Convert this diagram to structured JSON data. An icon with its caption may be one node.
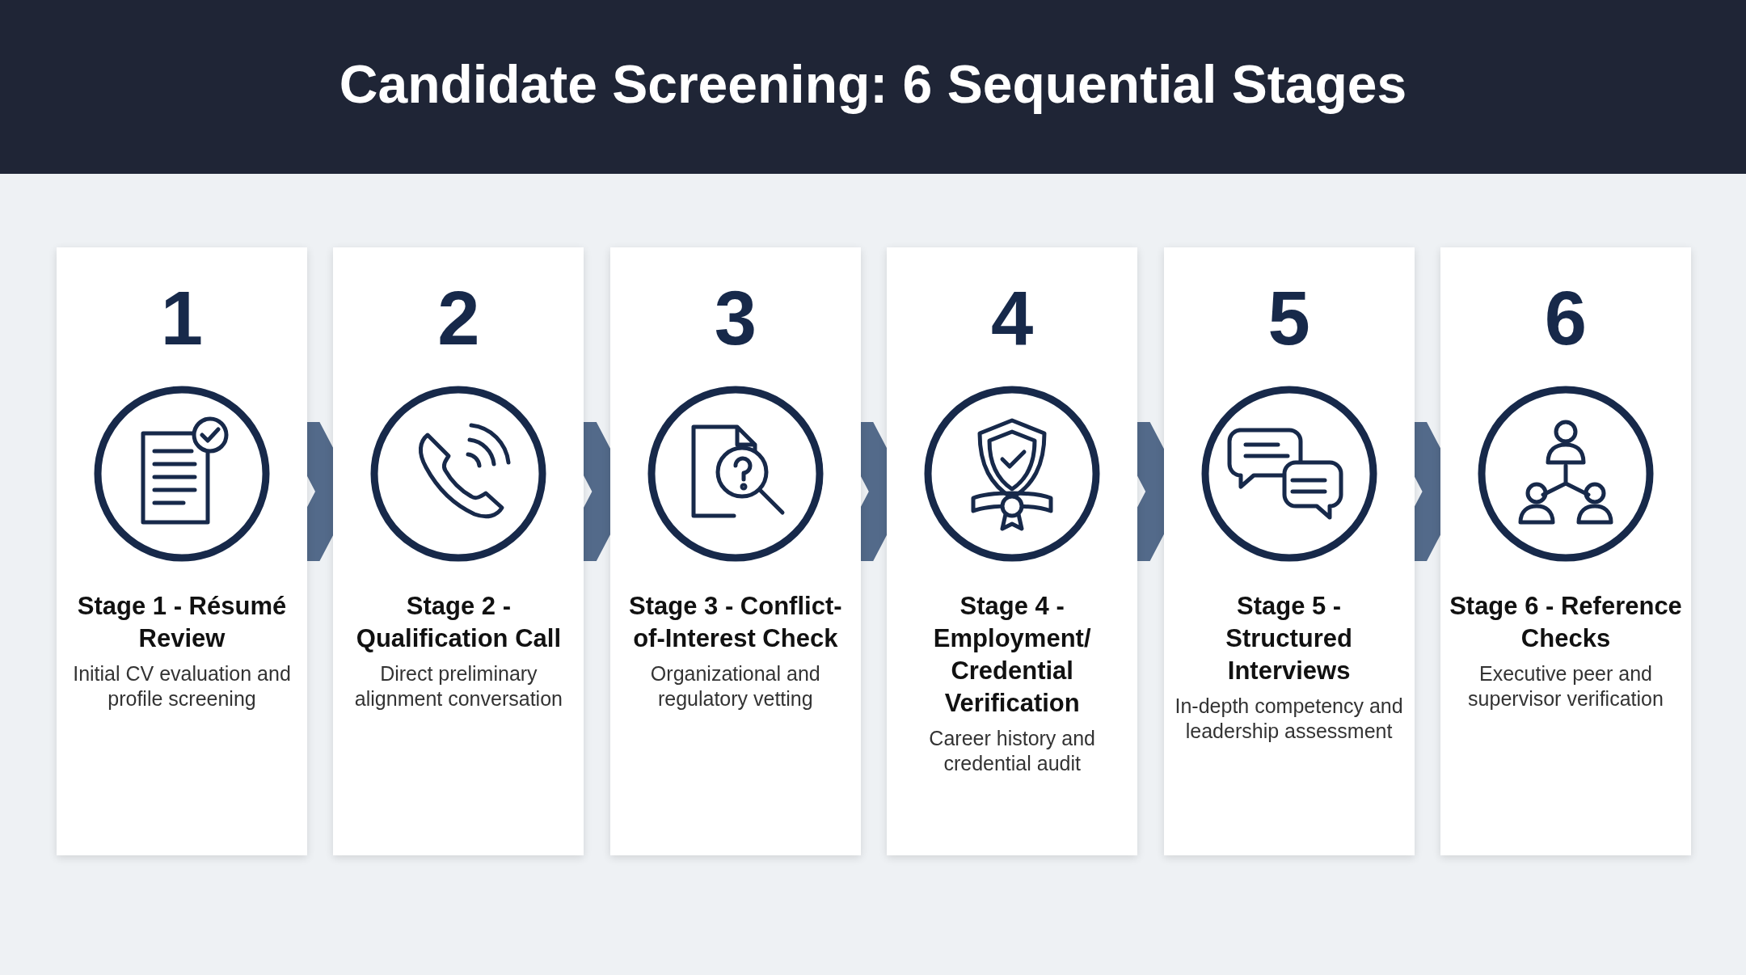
{
  "diagram": {
    "title": "Candidate Screening: 6 Sequential Stages",
    "nodes": [
      {
        "text": [
          "1",
          "Stage 1 - Résumé Review",
          "Initial CV evaluation and profile screening"
        ]
      },
      {
        "text": [],
        "shape": "circle",
        "in": 0
      },
      {
        "text": [
          "2",
          "Stage 2 - Qualification Call",
          "Direct preliminary alignment conversation"
        ]
      },
      {
        "text": [],
        "shape": "circle",
        "in": 2
      },
      {
        "text": [
          "3",
          "Stage 3 - Conflict-of-Interest Check",
          "Organizational and regulatory vetting"
        ]
      },
      {
        "text": [],
        "shape": "circle",
        "in": 4
      },
      {
        "text": [
          "4",
          "Stage 4 - Employment/ Credential Verification",
          "Career history and credential audit"
        ]
      },
      {
        "text": [],
        "shape": "circle",
        "in": 6
      },
      {
        "text": [
          "5",
          "Stage 5 - Structured Interviews",
          "In-depth competency and leadership assessment"
        ]
      },
      {
        "text": [],
        "shape": "circle",
        "in": 8
      },
      {
        "text": [
          "6",
          "Stage 6 - Reference Checks",
          "Executive peer and supervisor verification"
        ]
      },
      {
        "text": [],
        "shape": "circle",
        "in": 10
      }
    ],
    "edges": [
      {
        "from": 1,
        "to": 3,
        "arrow": "to"
      },
      {
        "from": 3,
        "to": 5,
        "arrow": "to"
      },
      {
        "from": 5,
        "to": 7,
        "arrow": "to"
      },
      {
        "from": 7,
        "to": 9,
        "arrow": "to"
      },
      {
        "from": 9,
        "to": 11,
        "arrow": "to"
      }
    ]
  }
}
